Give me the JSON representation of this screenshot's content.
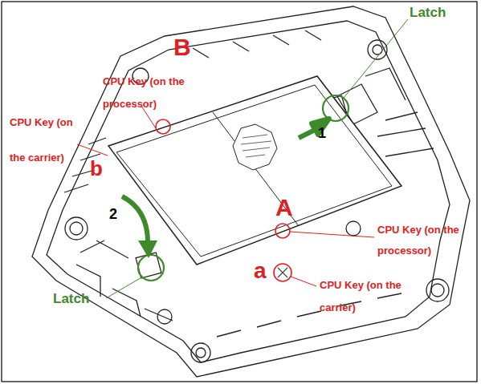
{
  "diagram": {
    "labels": [
      "B",
      "CPU Key (on the processor)",
      "CPU Key (on the carrier)",
      "b",
      "Latch",
      "1",
      "2",
      "A",
      "CPU Key (on the processor)",
      "a",
      "CPU Key (on the carrier)",
      "Latch"
    ]
  }
}
